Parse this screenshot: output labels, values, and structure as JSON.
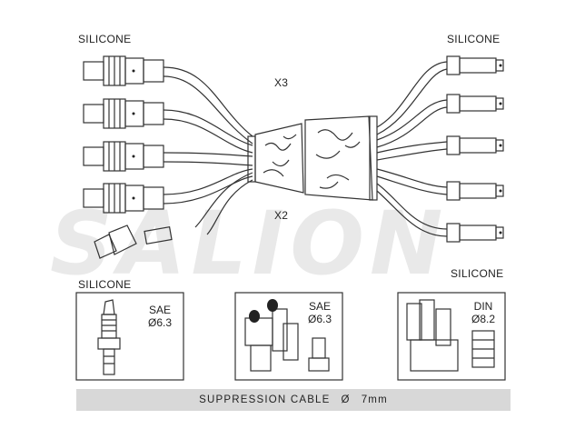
{
  "labels": {
    "silicone_top_left": "SILICONE",
    "silicone_top_right": "SILICONE",
    "silicone_bottom_left": "SILICONE",
    "silicone_bottom_right": "SILICONE",
    "x3": "X3",
    "x2": "X2"
  },
  "watermark": "SALION",
  "panels": {
    "left": {
      "standard": "SAE",
      "diameter": "Ø6.3"
    },
    "middle": {
      "standard": "SAE",
      "diameter": "Ø6.3"
    },
    "right": {
      "standard": "DIN",
      "diameter": "Ø8.2"
    }
  },
  "caption": {
    "text": "SUPPRESSION CABLE",
    "symbol": "Ø",
    "size": "7mm"
  },
  "colors": {
    "line": "#333333",
    "caption_bg": "#d8d8d8",
    "watermark": "#e9e9e9"
  }
}
